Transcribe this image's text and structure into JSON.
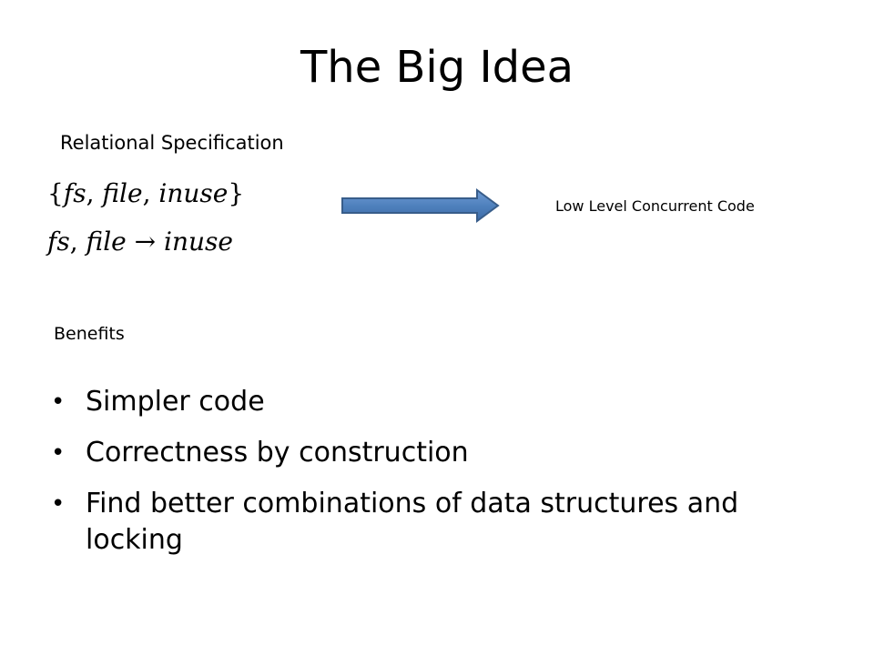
{
  "slide": {
    "title": "The Big Idea",
    "spec_label": "Relational Specification",
    "math": {
      "line1": {
        "open_brace": "{",
        "v1": "fs",
        "comma1": ", ",
        "v2": "file",
        "comma2": ", ",
        "v3": "inuse",
        "close_brace": "}"
      },
      "line2": {
        "v1": "fs",
        "comma1": ", ",
        "v2": "file",
        "arrow": " → ",
        "v3": "inuse"
      }
    },
    "low_level_label": "Low Level Concurrent Code",
    "benefits_label": "Benefits",
    "bullets": [
      "Simpler code",
      "Correctness by construction",
      "Find better combinations of data structures and locking"
    ],
    "arrow_color": "#4F81BD",
    "arrow_border_color": "#385D8A"
  }
}
